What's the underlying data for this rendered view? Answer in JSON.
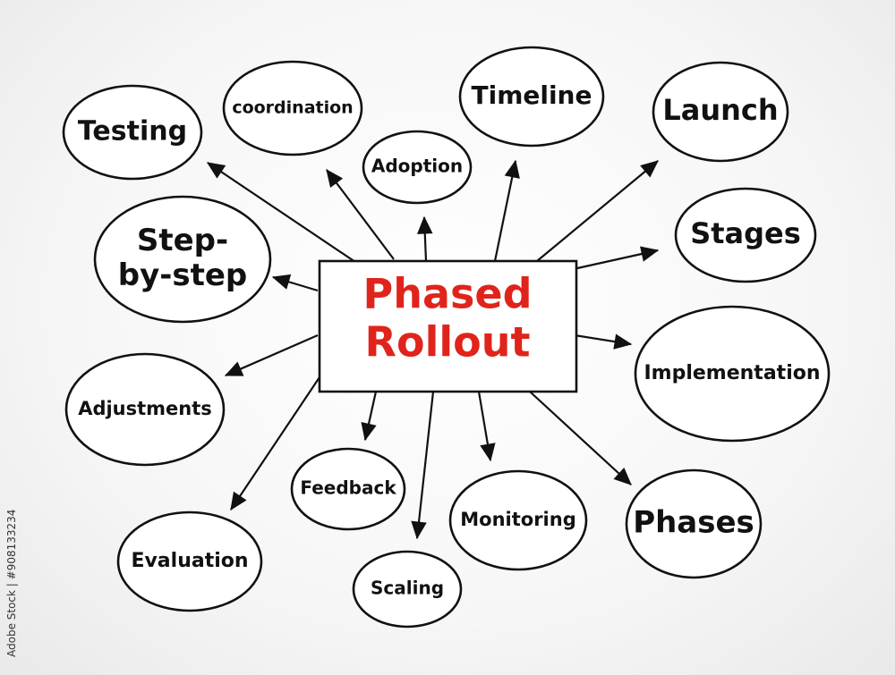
{
  "center": {
    "lines": [
      "Phased",
      "Rollout"
    ],
    "color": "#e0241b"
  },
  "nodes": [
    {
      "id": "testing",
      "label": [
        "Testing"
      ]
    },
    {
      "id": "coordination",
      "label": [
        "coordination"
      ]
    },
    {
      "id": "adoption",
      "label": [
        "Adoption"
      ]
    },
    {
      "id": "timeline",
      "label": [
        "Timeline"
      ]
    },
    {
      "id": "launch",
      "label": [
        "Launch"
      ]
    },
    {
      "id": "step-by-step",
      "label": [
        "Step-",
        "by-step"
      ]
    },
    {
      "id": "stages",
      "label": [
        "Stages"
      ]
    },
    {
      "id": "adjustments",
      "label": [
        "Adjustments"
      ]
    },
    {
      "id": "implementation",
      "label": [
        "Implementation"
      ]
    },
    {
      "id": "feedback",
      "label": [
        "Feedback"
      ]
    },
    {
      "id": "monitoring",
      "label": [
        "Monitoring"
      ]
    },
    {
      "id": "phases",
      "label": [
        "Phases"
      ]
    },
    {
      "id": "evaluation",
      "label": [
        "Evaluation"
      ]
    },
    {
      "id": "scaling",
      "label": [
        "Scaling"
      ]
    }
  ],
  "stock_id": "Adobe Stock | #908133234",
  "colors": {
    "ink": "#111111",
    "accent": "#e0241b"
  }
}
